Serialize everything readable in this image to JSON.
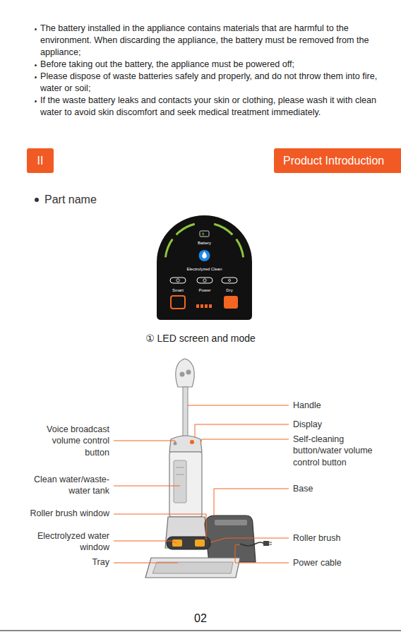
{
  "diagram": {
    "nodes": [
      {
        "text": [
          "II"
        ]
      },
      {
        "text": [
          "Product Introduction"
        ]
      },
      {
        "text": [
          "Battery",
          "Electrolyzed Clean",
          "Smart",
          "Power",
          "Dry"
        ]
      }
    ],
    "labels": [
      "The battery installed in the appliance contains materials that are harmful to the environment. When discarding the appliance, the battery must be removed from the appliance;",
      "Before taking out the battery, the appliance must be powered off;",
      "Please dispose of waste batteries safely and properly, and do not throw them into fire, water or soil;",
      "If the waste battery leaks and contacts your skin or clothing, please wash it with clean water to avoid skin discomfort and seek medical treatment immediately.",
      "Part name",
      "① LED screen and mode",
      "Handle",
      "Voice broadcast volume control button",
      "Display",
      "Self-cleaning button/water volume control button",
      "Clean water/waste-water tank",
      "Base",
      "Roller brush window",
      "Electrolyzed water window",
      "Roller brush",
      "Tray",
      "Power cable",
      "02"
    ]
  }
}
